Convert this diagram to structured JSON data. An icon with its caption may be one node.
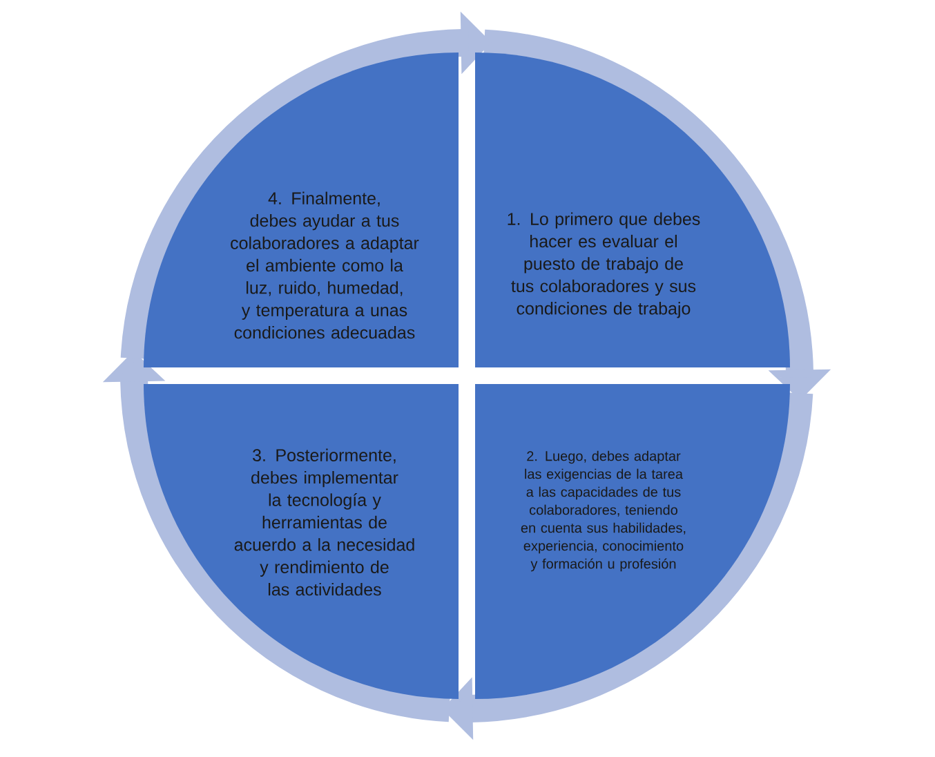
{
  "diagram": {
    "nodes": [
      {
        "text": [
          "1. Lo primero que debes hacer es evaluar el puesto de trabajo de tus colaboradores y sus condiciones de trabajo"
        ]
      },
      {
        "text": [
          "2. Luego,  debes adaptar las exigencias de la tarea a las capacidades de tus colaboradores, teniendo en cuenta sus habilidades, experiencia, conocimiento y formación u profesión"
        ]
      },
      {
        "text": [
          "3. Posteriormente, debes implementar la tecnología y herramientas de acuerdo a la necesidad y rendimiento de las actividades"
        ]
      },
      {
        "text": [
          "4. Finalmente, debes ayudar a tus colaboradores a adaptar el ambiente como la luz, ruido, humedad, y temperatura a unas condiciones adecuadas"
        ]
      }
    ],
    "edges": [
      {
        "from": 0,
        "to": 1,
        "arrow": "to"
      },
      {
        "from": 1,
        "to": 2,
        "arrow": "to"
      },
      {
        "from": 2,
        "to": 3,
        "arrow": "to"
      },
      {
        "from": 3,
        "to": 0,
        "arrow": "to"
      }
    ]
  }
}
